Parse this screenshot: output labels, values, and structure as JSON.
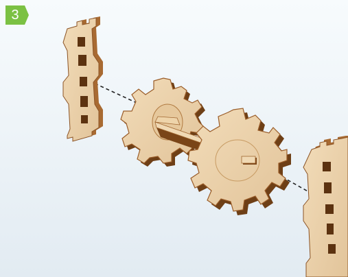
{
  "step": {
    "number": "3",
    "badge_color": "#7bc143"
  },
  "illustration": {
    "wood_face": "#e8cfa8",
    "wood_edge": "#a86a32",
    "wood_dark": "#6e3f16",
    "guide_line": "#222222",
    "parts": [
      "left-upright-frame",
      "small-gear",
      "large-gear",
      "axle",
      "right-upright-frame"
    ]
  }
}
